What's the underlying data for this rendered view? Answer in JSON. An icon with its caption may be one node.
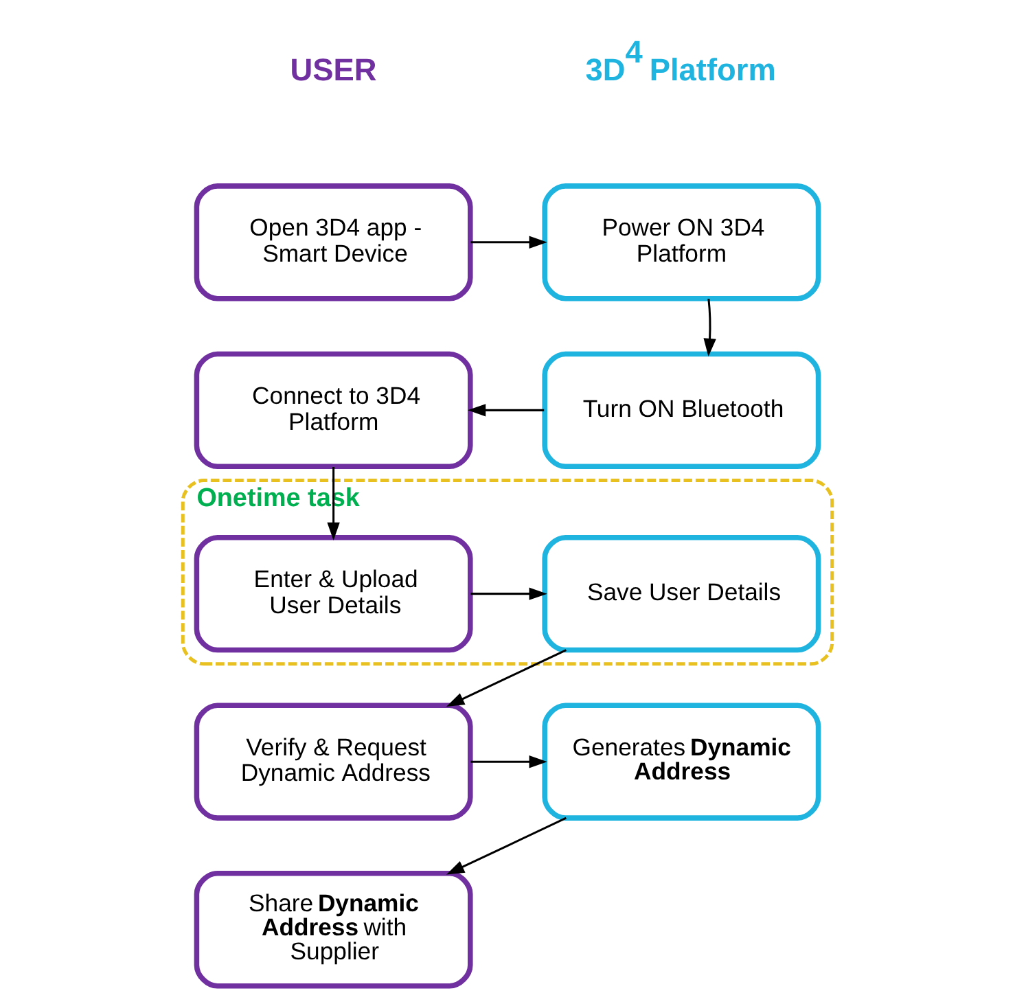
{
  "diagram": {
    "nodes": [
      {
        "text": [
          "Open 3D4 app - Smart Device"
        ]
      },
      {
        "text": [
          "Power ON 3D4 Platform"
        ]
      },
      {
        "text": [
          "Connect to 3D4 Platform"
        ]
      },
      {
        "text": [
          "Turn ON Bluetooth"
        ]
      },
      {
        "text": [
          "Onetime task"
        ]
      },
      {
        "text": [
          "Enter & Upload User Details"
        ],
        "in": 4
      },
      {
        "text": [
          "Save User Details"
        ],
        "in": 4
      },
      {
        "text": [
          "Verify & Request Dynamic Address"
        ]
      },
      {
        "text": [
          "Generates **Dynamic Address**"
        ]
      },
      {
        "text": [
          "Share **Dynamic Address** with Supplier"
        ]
      }
    ],
    "edges": [
      {
        "from": 0,
        "to": 1,
        "arrow": "to"
      },
      {
        "from": 1,
        "to": 3,
        "arrow": "to"
      },
      {
        "from": 3,
        "to": 2,
        "arrow": "to"
      },
      {
        "from": 2,
        "to": 5,
        "arrow": "to"
      },
      {
        "from": 5,
        "to": 6,
        "arrow": "to"
      },
      {
        "from": 6,
        "to": 7,
        "arrow": "to"
      },
      {
        "from": 7,
        "to": 8,
        "arrow": "to"
      },
      {
        "from": 8,
        "to": 9,
        "arrow": "to"
      }
    ],
    "labels": [
      "USER",
      "3D$^{4}$ Platform"
    ]
  }
}
